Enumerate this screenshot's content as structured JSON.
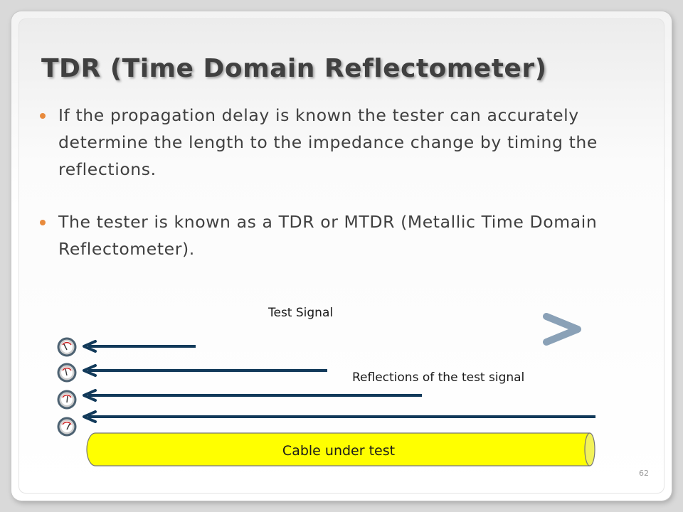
{
  "slide": {
    "title": "TDR (Time Domain Reflectometer)",
    "bullets": [
      "If the propagation delay is known the tester can accurately determine the length to the impedance change by timing the reflections.",
      "The tester is known as a TDR or MTDR (Metallic Time Domain Reflectometer)."
    ],
    "slide_number": "62"
  },
  "diagram": {
    "test_signal_label": "Test Signal",
    "reflections_label": "Reflections of the test signal",
    "cable_label": "Cable under test",
    "colors": {
      "arrow_dark": "#123a5a",
      "arrow_light": "#8aa1b7",
      "cable_fill": "#ffff00",
      "bullet_dot": "#e88a3c"
    },
    "meter_icons": [
      "gauge-icon",
      "gauge-icon",
      "gauge-icon",
      "gauge-icon"
    ]
  }
}
